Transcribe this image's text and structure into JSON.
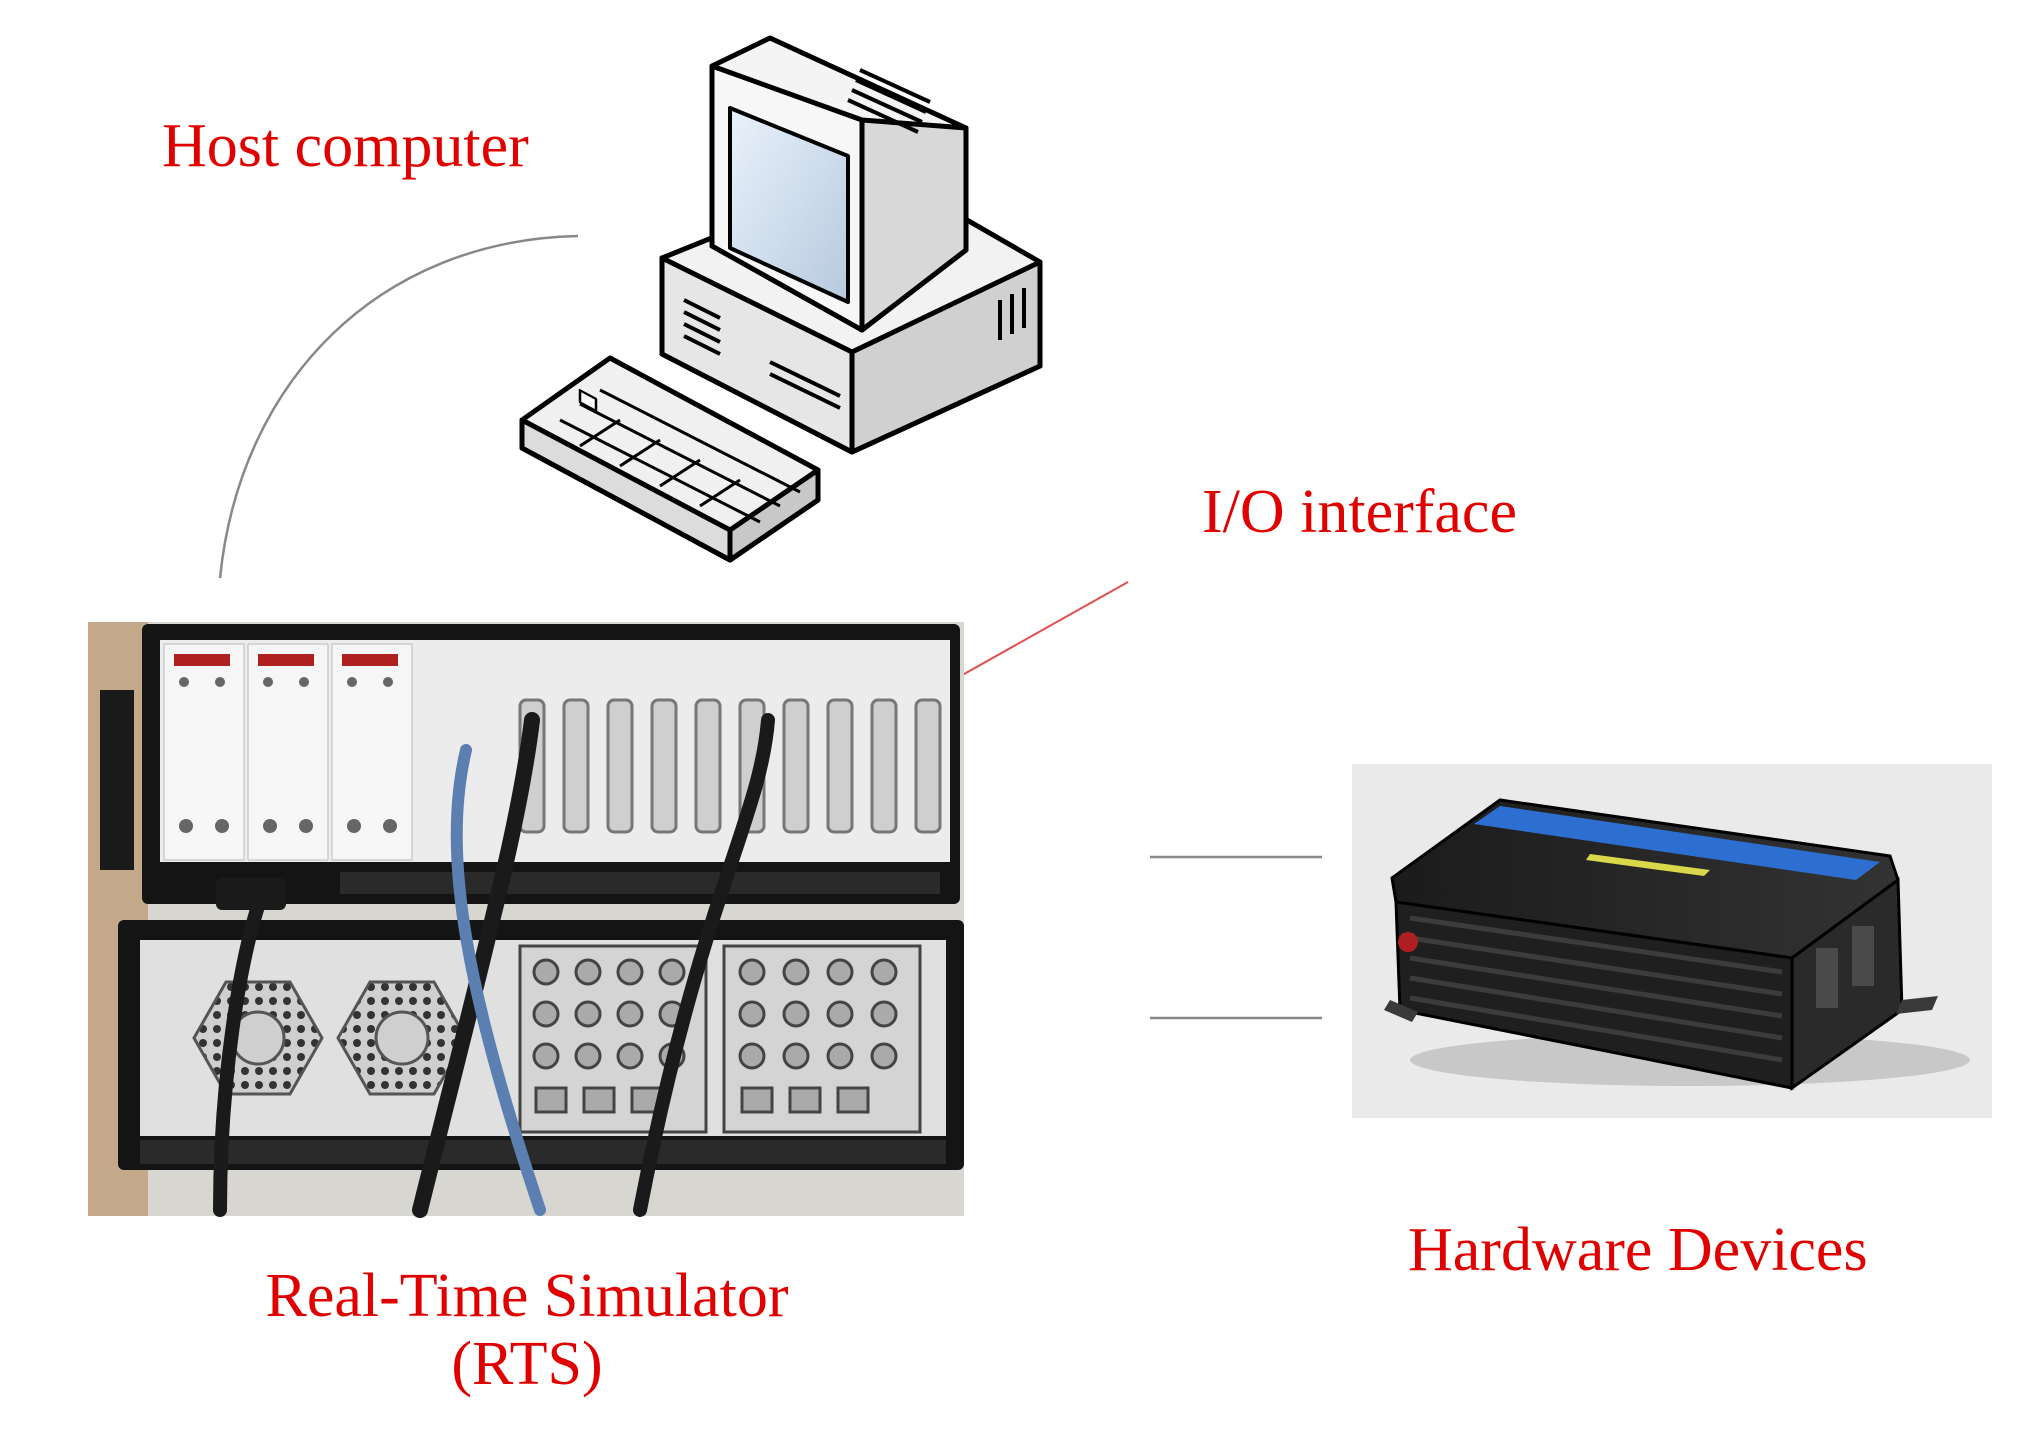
{
  "labels": {
    "host": "Host computer",
    "io": "I/O interface",
    "rts_line1": "Real-Time Simulator",
    "rts_line2": "(RTS)",
    "hardware": "Hardware Devices"
  },
  "colors": {
    "label": "#e00000",
    "connector": "#888888",
    "io_pointer": "#e05050"
  },
  "icons": [
    "desktop-computer-icon",
    "keyboard-icon",
    "simulator-rack-photo",
    "power-inverter-photo"
  ]
}
